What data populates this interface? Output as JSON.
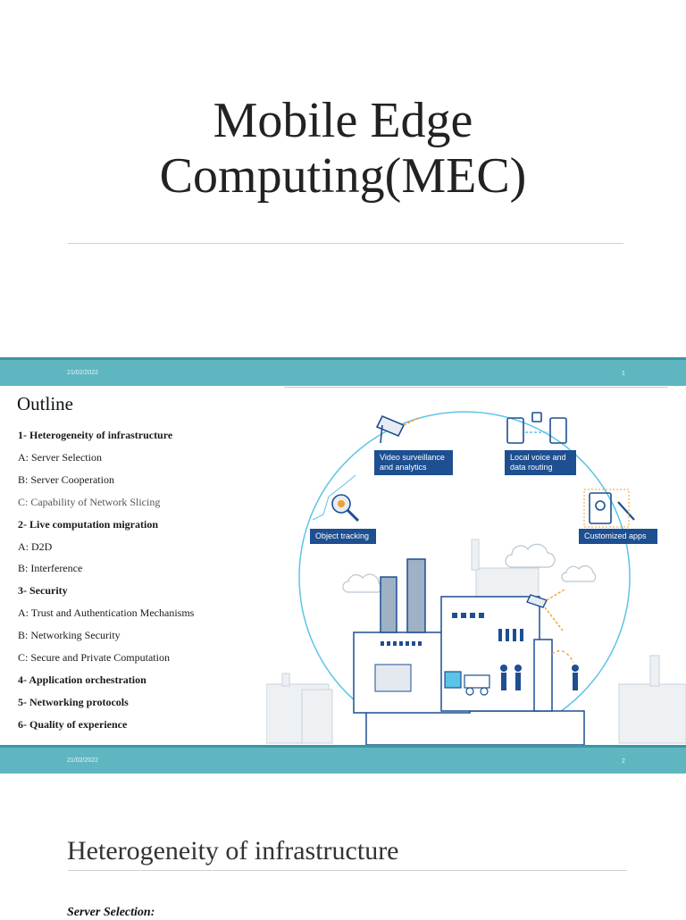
{
  "slide1": {
    "title_line1": "Mobile Edge",
    "title_line2": "Computing(MEC)"
  },
  "footer_band_1": {
    "date": "21/02/2022",
    "page_number": "1"
  },
  "slide2": {
    "heading": "Outline",
    "items": [
      {
        "text": "1- Heterogeneity of infrastructure",
        "style": "bold"
      },
      {
        "text": "A: Server Selection",
        "style": "normal"
      },
      {
        "text": "B: Server Cooperation",
        "style": "normal"
      },
      {
        "text": "C: Capability of Network Slicing",
        "style": "grey"
      },
      {
        "text": "2- Live computation migration",
        "style": "bold"
      },
      {
        "text": "A: D2D",
        "style": "normal"
      },
      {
        "text": "B: Interference",
        "style": "normal"
      },
      {
        "text": "3- Security",
        "style": "bold"
      },
      {
        "text": "A: Trust and Authentication Mechanisms",
        "style": "normal"
      },
      {
        "text": "B: Networking Security",
        "style": "normal"
      },
      {
        "text": "C: Secure and Private Computation",
        "style": "normal"
      },
      {
        "text": "4- Application orchestration",
        "style": "bold"
      },
      {
        "text": "5- Networking protocols",
        "style": "bold"
      },
      {
        "text": "6- Quality of experience",
        "style": "bold"
      }
    ],
    "illustration_labels": {
      "video": "Video surveillance and analytics",
      "voice": "Local voice and data routing",
      "object": "Object tracking",
      "apps": "Customized apps"
    }
  },
  "footer_band_2": {
    "date": "21/02/2022",
    "page_number": "2"
  },
  "slide3": {
    "title": "Heterogeneity of infrastructure",
    "subtitle": "Server Selection:"
  },
  "colors": {
    "band": "#5fb6c0",
    "band_line": "#3a97a5",
    "chip": "#1d4f91",
    "circle": "#5cc3e8",
    "accent_orange": "#f0a030"
  },
  "icons": [
    "camera-icon",
    "tablet-phone-icon",
    "magnifier-icon",
    "gear-wrench-icon",
    "factory-icon",
    "cloud-icon",
    "forklift-icon",
    "worker-icon"
  ]
}
